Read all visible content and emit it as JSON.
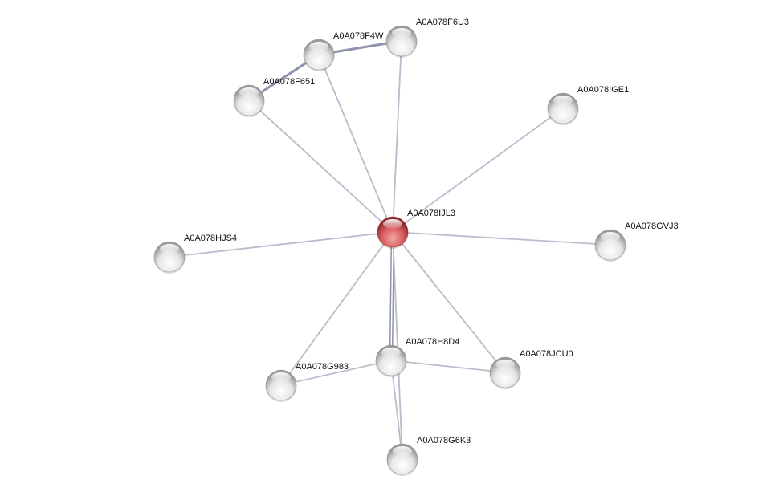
{
  "network": {
    "query_node": "A0A078IJL3",
    "nodes": [
      {
        "id": "A0A078IJL3",
        "label": "A0A078IJL3",
        "query": true
      },
      {
        "id": "A0A078F6U3",
        "label": "A0A078F6U3"
      },
      {
        "id": "A0A078F4W",
        "label": "A0A078F4W"
      },
      {
        "id": "A0A078F651",
        "label": "A0A078F651"
      },
      {
        "id": "A0A078IGE1",
        "label": "A0A078IGE1"
      },
      {
        "id": "A0A078GVJ3",
        "label": "A0A078GVJ3"
      },
      {
        "id": "A0A078HJS4",
        "label": "A0A078HJS4"
      },
      {
        "id": "A0A078H8D4",
        "label": "A0A078H8D4"
      },
      {
        "id": "A0A078G983",
        "label": "A0A078G983"
      },
      {
        "id": "A0A078JCU0",
        "label": "A0A078JCU0"
      },
      {
        "id": "A0A078G6K3",
        "label": "A0A078G6K3"
      }
    ],
    "edges": [
      {
        "source": "A0A078IJL3",
        "target": "A0A078F651",
        "strength": 1
      },
      {
        "source": "A0A078IJL3",
        "target": "A0A078F4W",
        "strength": 1
      },
      {
        "source": "A0A078IJL3",
        "target": "A0A078F6U3",
        "strength": 1
      },
      {
        "source": "A0A078IJL3",
        "target": "A0A078IGE1",
        "strength": 1
      },
      {
        "source": "A0A078IJL3",
        "target": "A0A078GVJ3",
        "strength": 1
      },
      {
        "source": "A0A078IJL3",
        "target": "A0A078HJS4",
        "strength": 1
      },
      {
        "source": "A0A078IJL3",
        "target": "A0A078G983",
        "strength": 1
      },
      {
        "source": "A0A078IJL3",
        "target": "A0A078H8D4",
        "strength": 3
      },
      {
        "source": "A0A078IJL3",
        "target": "A0A078JCU0",
        "strength": 1
      },
      {
        "source": "A0A078IJL3",
        "target": "A0A078G6K3",
        "strength": 1
      },
      {
        "source": "A0A078H8D4",
        "target": "A0A078G983",
        "strength": 1
      },
      {
        "source": "A0A078H8D4",
        "target": "A0A078JCU0",
        "strength": 1
      },
      {
        "source": "A0A078H8D4",
        "target": "A0A078G6K3",
        "strength": 1
      },
      {
        "source": "A0A078F651",
        "target": "A0A078F4W",
        "strength": 3
      },
      {
        "source": "A0A078F4W",
        "target": "A0A078F6U3",
        "strength": 3
      }
    ],
    "colors": {
      "query": "#d9595b",
      "node": "#e2e2e2",
      "edge": "#b8bccc",
      "edge_strong": "#8c93ab"
    }
  }
}
